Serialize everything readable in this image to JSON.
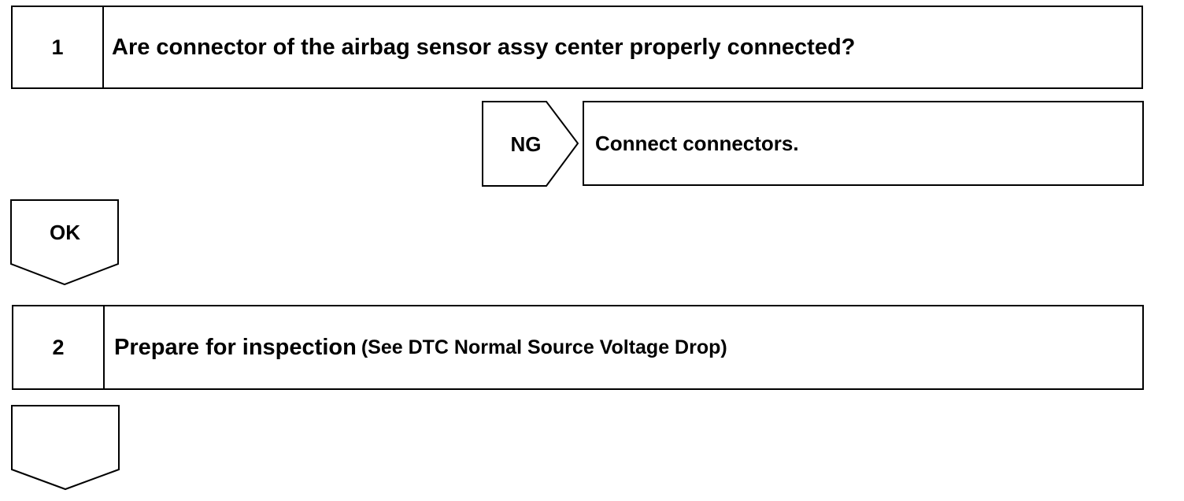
{
  "steps": [
    {
      "number": "1",
      "text": "Are connector of the airbag sensor assy center properly connected?"
    },
    {
      "number": "2",
      "text": "Prepare for inspection",
      "reference": "(See DTC Normal Source Voltage Drop)"
    }
  ],
  "branch_ng": {
    "label": "NG",
    "result": "Connect connectors."
  },
  "branch_ok": {
    "label": "OK"
  }
}
